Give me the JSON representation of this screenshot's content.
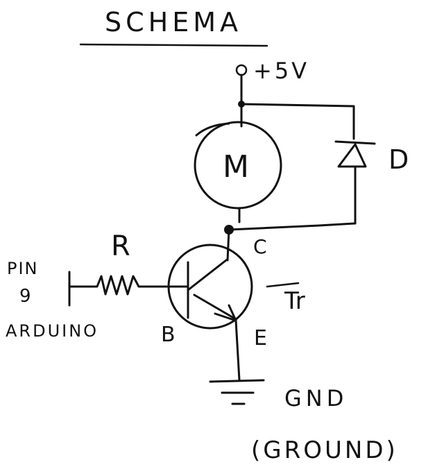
{
  "title": "SCHEMA",
  "labels": {
    "supply": "+5V",
    "motor": "M",
    "diode": "D",
    "resistor": "R",
    "pin_line1": "PIN",
    "pin_line2": "9",
    "pin_line3": "ARDUINO",
    "collector": "C",
    "base": "B",
    "emitter": "E",
    "transistor": "Tr",
    "gnd": "GND",
    "ground": "(GROUND)"
  },
  "ink_color": "#111111"
}
